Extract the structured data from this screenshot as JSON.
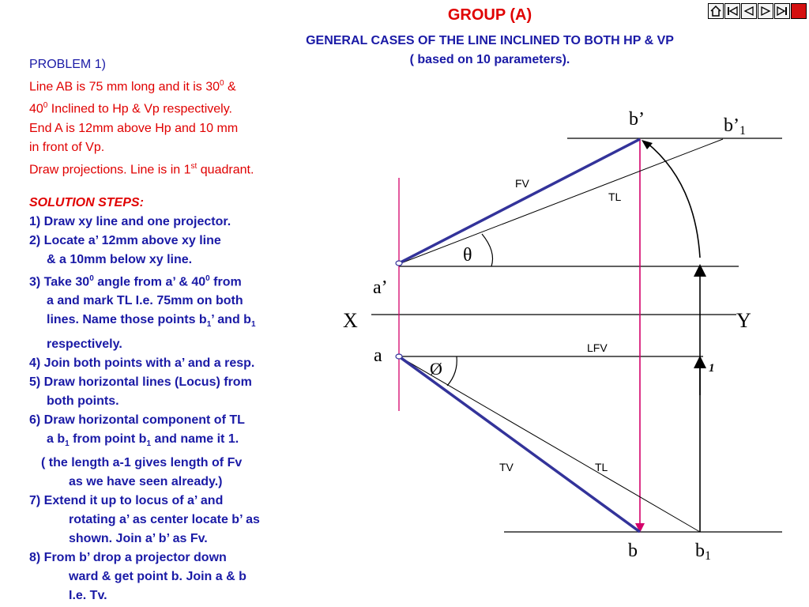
{
  "header": {
    "title": "GROUP (A)",
    "subtitle_line1": "GENERAL CASES OF THE LINE INCLINED TO BOTH HP & VP",
    "subtitle_line2": "( based on 10  parameters)."
  },
  "nav": {
    "buttons": [
      "home-icon",
      "first-slide-icon",
      "previous-slide-icon",
      "next-slide-icon",
      "last-slide-icon",
      "end-icon"
    ]
  },
  "problem": {
    "heading": "PROBLEM 1)",
    "l1a": "Line AB is 75 mm long and it is 30",
    "l1b": "0",
    "l1c": " &",
    "l2a": "40",
    "l2b": "0",
    "l2c": " Inclined to Hp & Vp respectively.",
    "l3": "End A is 12mm above Hp and  10 mm",
    "l4": "in front of Vp.",
    "l5a": "Draw projections. Line is in 1",
    "l5b": "st",
    "l5c": " quadrant."
  },
  "solution": {
    "heading": "SOLUTION STEPS:",
    "s1": "1) Draw xy line and one projector.",
    "s2a": "2) Locate a’ 12mm above xy line",
    "s2b": "& a 10mm below xy line.",
    "s3a1": "3) Take 30",
    "s3a2": "0",
    "s3a3": " angle from a’ & 40",
    "s3a4": "0",
    "s3a5": " from",
    "s3b": "a  and mark TL I.e. 75mm on both",
    "s3c1": "lines. Name those points b",
    "s3c2": "1",
    "s3c3": "’ and b",
    "s3c4": "1",
    "s3d": "respectively.",
    "s4": "4) Join both points with a’ and a resp.",
    "s5a": "5) Draw horizontal lines (Locus) from",
    "s5b": "both points.",
    "s6a": "6) Draw horizontal component of TL",
    "s6b1": "a b",
    "s6b2": "1",
    "s6b3": " from point b",
    "s6b4": "1",
    "s6b5": " and name it 1.",
    "s6c": "( the length a-1 gives length of Fv",
    "s6d": "as we have seen already.)",
    "s7a": "7) Extend it up to locus of a’ and",
    "s7b": "rotating  a’ as center locate b’ as",
    "s7c": "shown. Join a’ b’ as Fv.",
    "s8a": "8) From b’ drop a projector down",
    "s8b": "ward  & get point b. Join a & b",
    "s8c": "I.e. Tv."
  },
  "diagram": {
    "label_b_dash": "b’",
    "label_b1_dash": "b’",
    "label_b1_dash_sub": "1",
    "label_fv": "FV",
    "label_tl_top": "TL",
    "label_theta": "θ",
    "label_a_dash": "a’",
    "label_x": "X",
    "label_y": "Y",
    "label_a": "a",
    "label_lfv": "LFV",
    "label_phi": "Ø",
    "label_1": "1",
    "label_tv": "TV",
    "label_tl_bottom": "TL",
    "label_b": "b",
    "label_b1": "b",
    "label_b1_sub": "1",
    "colors": {
      "projection_line": "#33339a",
      "projector": "#d4006a",
      "construction": "#000000"
    }
  }
}
